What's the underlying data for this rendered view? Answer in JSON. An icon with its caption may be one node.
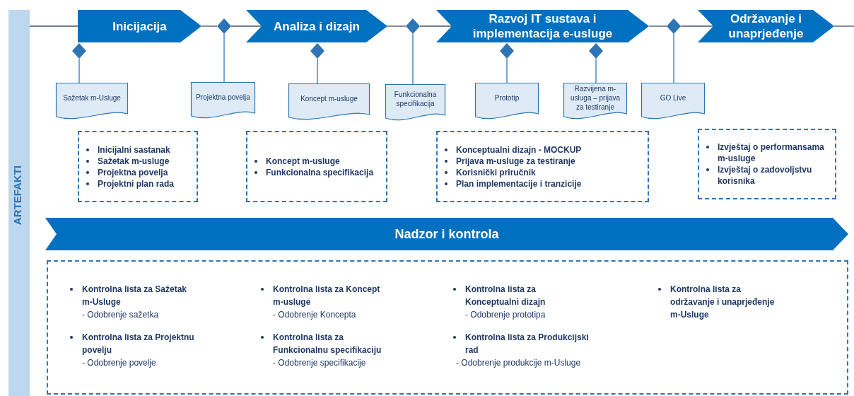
{
  "diagram": {
    "nodes": [
      {
        "text": [
          "ARTEFAKTI"
        ]
      },
      {
        "text": [
          "Inicijacija"
        ]
      },
      {
        "text": [
          "Analiza i dizajn"
        ]
      },
      {
        "text": [
          "Razvoj IT sustava i implementacija e-usluge"
        ]
      },
      {
        "text": [
          "Održavanje i unaprjeđenje"
        ]
      },
      {
        "text": [],
        "shape": "diamond"
      },
      {
        "text": [],
        "shape": "diamond"
      },
      {
        "text": [],
        "shape": "diamond"
      },
      {
        "text": [],
        "shape": "diamond"
      },
      {
        "text": [],
        "shape": "diamond"
      },
      {
        "text": [],
        "shape": "diamond"
      },
      {
        "text": [],
        "shape": "diamond"
      },
      {
        "text": [
          "Sažetak m-Usluge"
        ]
      },
      {
        "text": [
          "Projektna povelja"
        ]
      },
      {
        "text": [
          "Koncept m-usluge"
        ]
      },
      {
        "text": [
          "Funkcionalna specifikacija"
        ]
      },
      {
        "text": [
          "Prototip"
        ]
      },
      {
        "text": [
          "Razvijena m-usluga – prijava za testiranje"
        ]
      },
      {
        "text": [
          "GO Live"
        ]
      },
      {
        "text": [
          "Inicijalni sastanak",
          "Sažetak m-usluge",
          "Projektna povelja",
          "Projektni plan rada"
        ]
      },
      {
        "text": [
          "Koncept m-usluge",
          "Funkcionalna specifikacija"
        ]
      },
      {
        "text": [
          "Konceptualni dizajn - MOCKUP",
          "Prijava m-usluge za testiranje",
          "Korisnički priručnik",
          "Plan implementacije i tranzicije"
        ]
      },
      {
        "text": [
          "Izvještaj o performansama m-usluge",
          "Izvještaj o zadovoljstvu korisnika"
        ]
      },
      {
        "text": [
          "Nadzor i kontrola"
        ]
      },
      {
        "text": [
          "Kontrolna lista za Sažetak m-Usluge",
          "- Odobrenje sažetka",
          "Kontrolna lista za Projektnu povelju",
          "- Odobrenje povelje",
          "Kontrolna lista za Koncept m-usluge",
          "- Odobrenje Koncepta",
          "Kontrolna lista za Funkcionalnu specifikaciju",
          "- Odobrenje specifikacije",
          "Kontrolna lista za Konceptualni dizajn",
          "- Odobrenje prototipa",
          "Kontrolna lista za Produkcijski rad",
          "- Odobrenje produkcije m-Usluge",
          "Kontrolna lista za održavanje i unaprjeđenje m-Usluge"
        ]
      }
    ],
    "edges": [
      {
        "from": 0,
        "to": 1,
        "arrow": "none"
      },
      {
        "from": 1,
        "to": 6,
        "arrow": "none"
      },
      {
        "from": 6,
        "to": 2,
        "arrow": "none"
      },
      {
        "from": 2,
        "to": 8,
        "arrow": "none"
      },
      {
        "from": 8,
        "to": 3,
        "arrow": "none"
      },
      {
        "from": 3,
        "to": 11,
        "arrow": "none"
      },
      {
        "from": 11,
        "to": 4,
        "arrow": "none"
      },
      {
        "from": 4,
        "to": null,
        "arrow": "none"
      },
      {
        "from": 5,
        "to": 12,
        "arrow": "none"
      },
      {
        "from": 6,
        "to": 13,
        "arrow": "none"
      },
      {
        "from": 7,
        "to": 14,
        "arrow": "none"
      },
      {
        "from": 8,
        "to": 15,
        "arrow": "none"
      },
      {
        "from": 9,
        "to": 16,
        "arrow": "none"
      },
      {
        "from": 10,
        "to": 17,
        "arrow": "none"
      },
      {
        "from": 11,
        "to": 18,
        "arrow": "none"
      }
    ]
  }
}
